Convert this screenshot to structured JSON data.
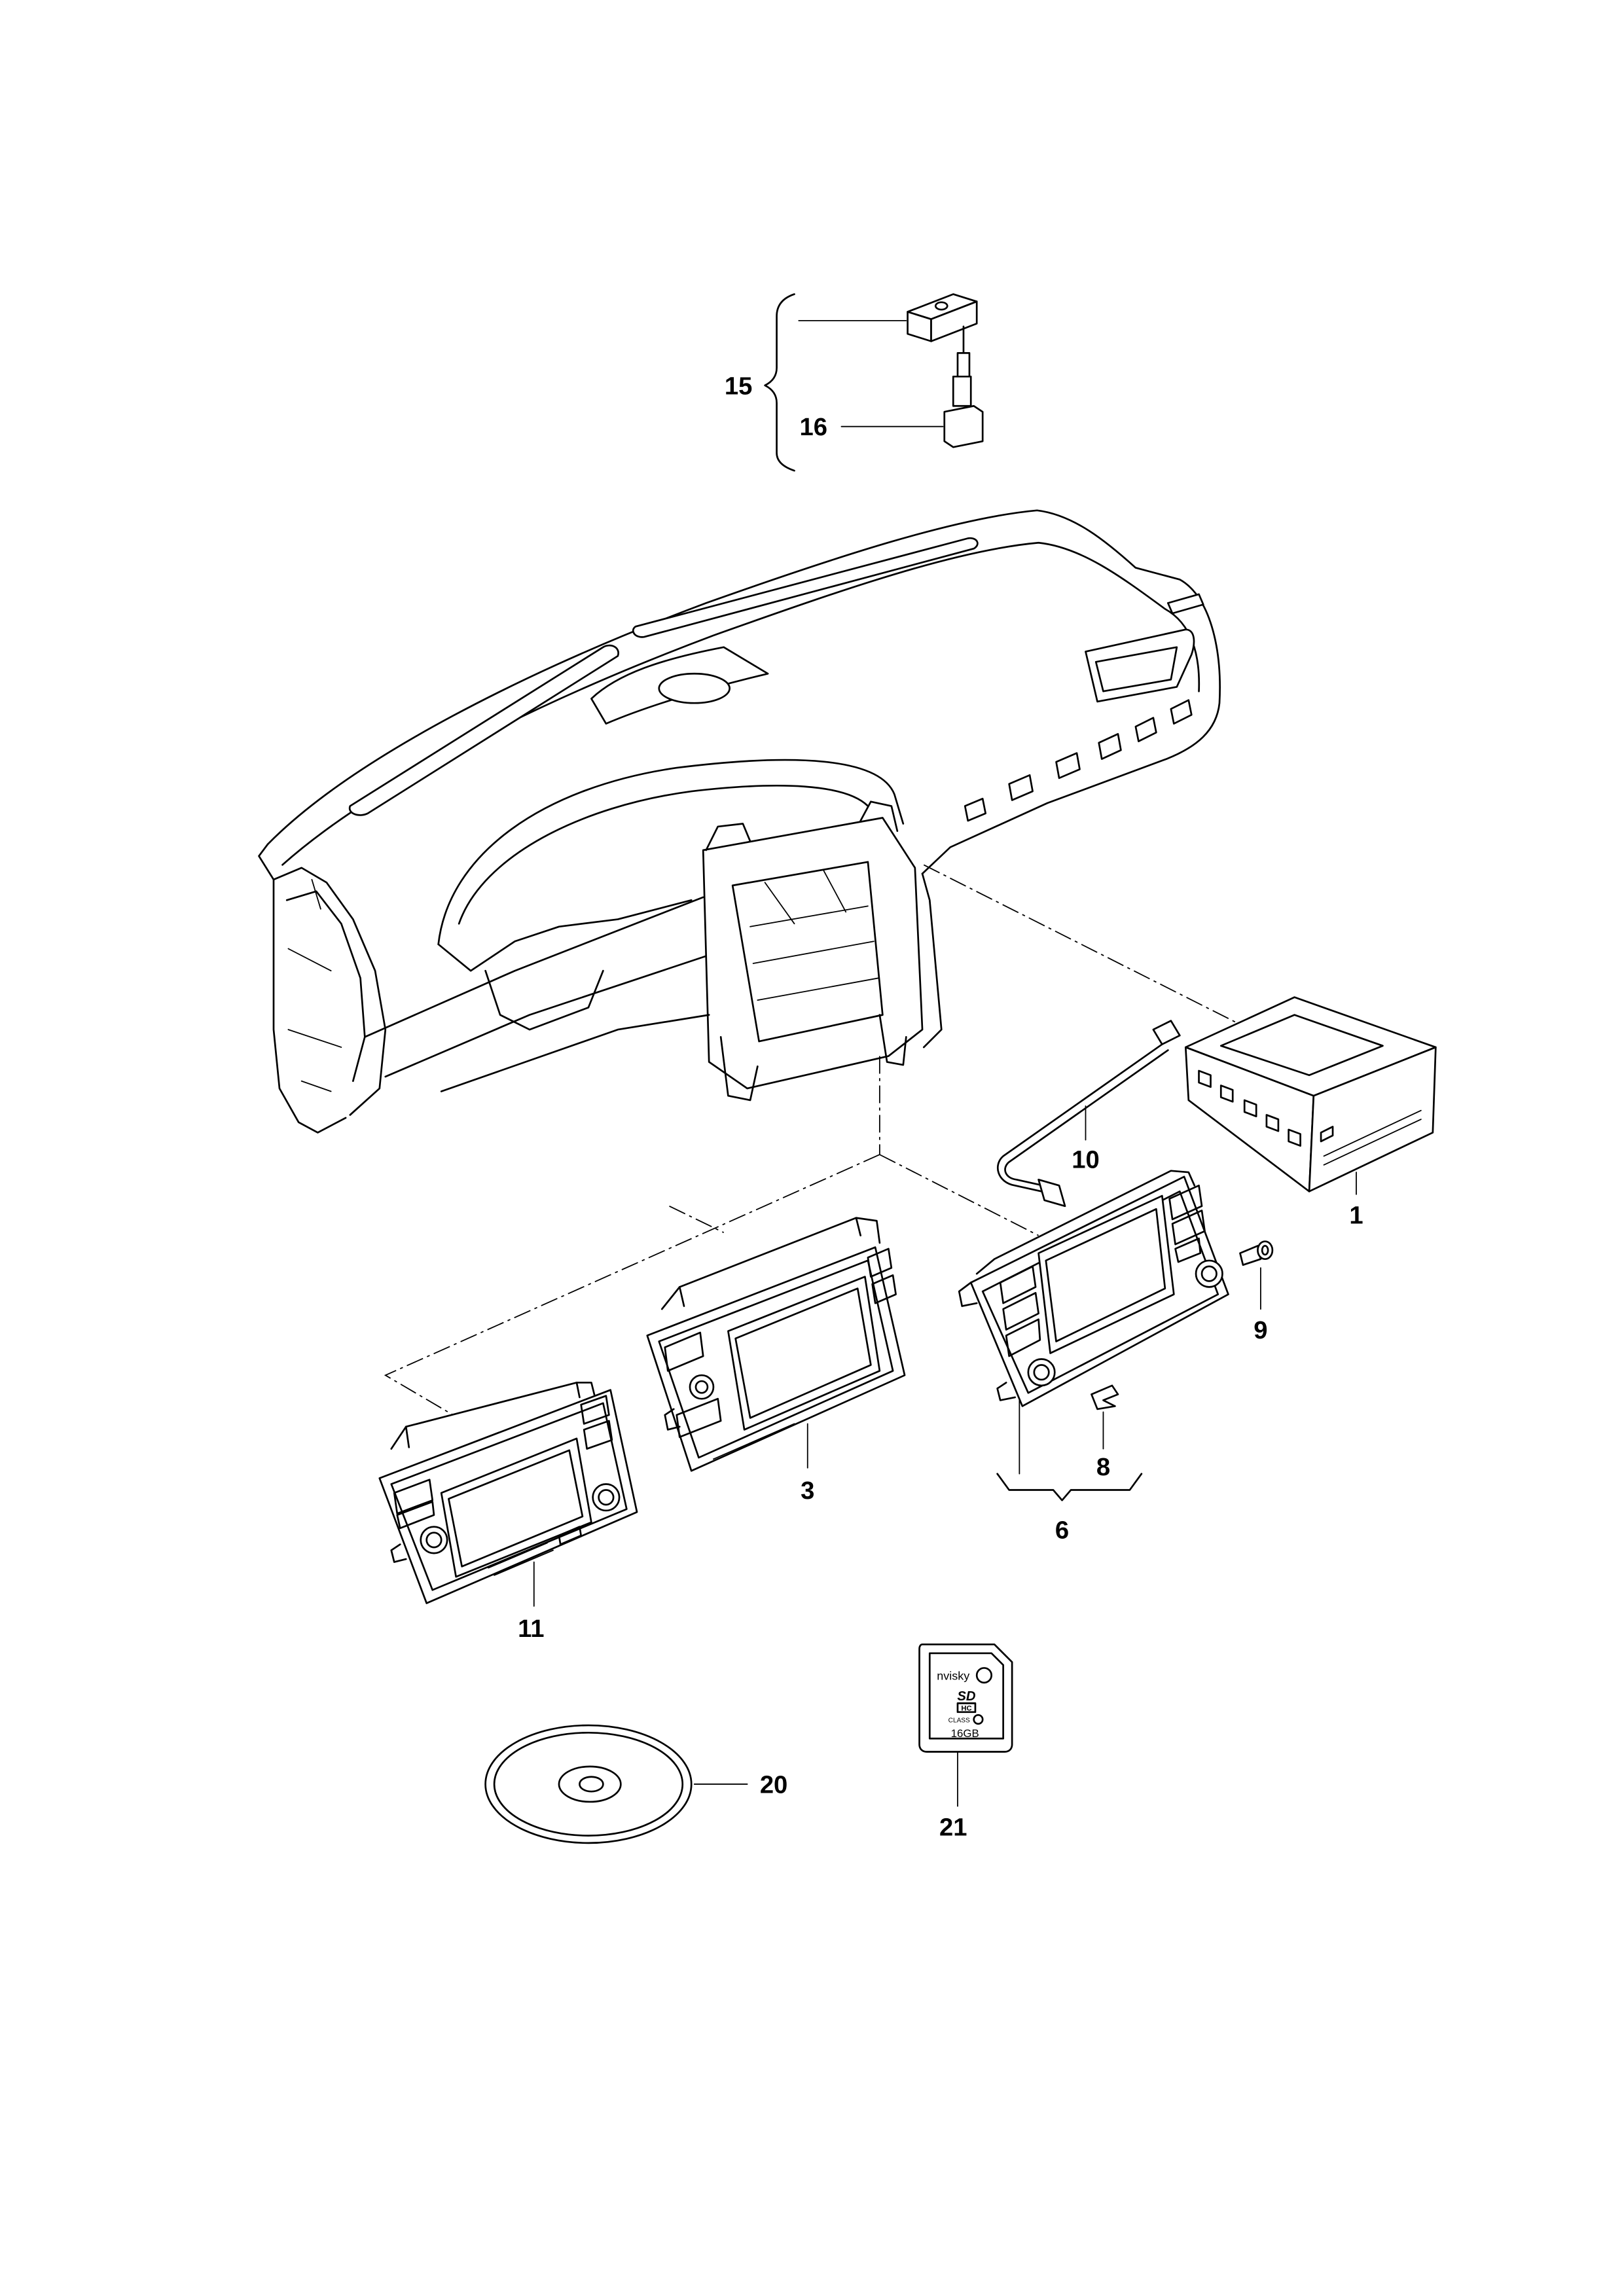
{
  "callouts": {
    "p1": "1",
    "p3": "3",
    "p6": "6",
    "p8": "8",
    "p9": "9",
    "p10": "10",
    "p11": "11",
    "p15": "15",
    "p16": "16",
    "p20": "20",
    "p21": "21"
  },
  "sd_card": {
    "brand": "nvisky",
    "logo": "SD",
    "logo_sub": "HC",
    "class_label": "CLASS",
    "capacity": "16GB"
  },
  "colors": {
    "line": "#000000",
    "background": "#ffffff"
  }
}
